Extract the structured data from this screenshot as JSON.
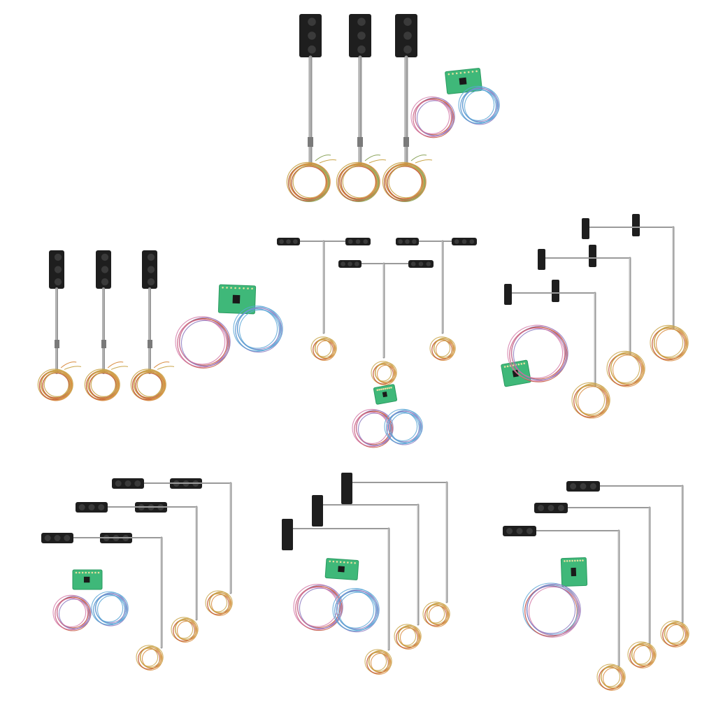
{
  "colors": {
    "background": "#ffffff",
    "signal_head": "#1e1e1e",
    "lens": "#3a3a3a",
    "pole": "#9a9a9a",
    "pole_highlight": "#d4d4d4",
    "board": "#3fb879",
    "board_edge": "#2a9a60",
    "chip": "#1a1a1a",
    "wire_gold": "#c9a449",
    "wire_orange": "#d88a3c",
    "wire_green": "#8aa35a",
    "wire_red": "#c2553e",
    "wire_pink": "#d47aa8",
    "wire_blue": "#5aa6d6",
    "wire_purple": "#8a78c0"
  },
  "groups": [
    {
      "name": "vertical-3-aspect-set-a",
      "style": "vertical",
      "signals": 3,
      "has_board": true
    },
    {
      "name": "vertical-3-aspect-set-b",
      "style": "vertical",
      "signals": 3,
      "has_board": true
    },
    {
      "name": "t-bracket-set",
      "style": "tbar",
      "signals": 3,
      "has_board": true
    },
    {
      "name": "double-arm-set",
      "style": "doublearm",
      "signals": 3,
      "has_board": true
    },
    {
      "name": "horizontal-double-set",
      "style": "hdouble",
      "signals": 3,
      "has_board": true
    },
    {
      "name": "vertical-arm-set",
      "style": "varm",
      "signals": 3,
      "has_board": true
    },
    {
      "name": "horizontal-single-set",
      "style": "hsingle",
      "signals": 3,
      "has_board": true
    }
  ]
}
